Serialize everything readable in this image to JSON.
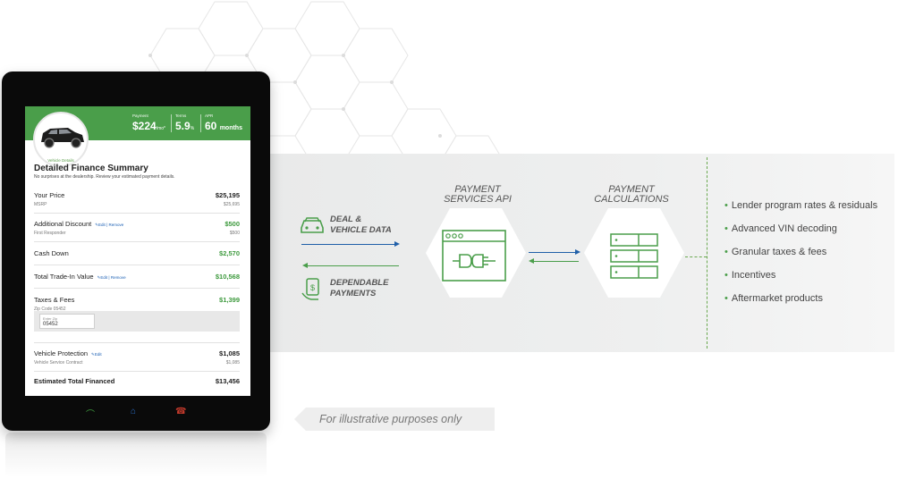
{
  "tablet": {
    "header": {
      "car_label": "Vehicle Details",
      "payment_label": "Payment",
      "payment_value": "$224",
      "payment_unit": "/mo*",
      "terms_label": "Terms",
      "terms_value": "5.9",
      "terms_unit": "%",
      "apr_label": "APR",
      "apr_value": "60",
      "apr_unit": "months"
    },
    "summary_title": "Detailed Finance Summary",
    "summary_sub": "No surprises at the dealership. Review your estimated payment details.",
    "rows": [
      {
        "name": "Your Price",
        "sub": "MSRP",
        "amount": "$25,195",
        "sub_amount": "$25,695"
      },
      {
        "name": "Additional Discount",
        "sub": "First Responder",
        "amount": "$500",
        "sub_amount": "$500",
        "edit": "Edit",
        "remove": "Remove"
      },
      {
        "name": "Cash Down",
        "amount": "$2,570"
      },
      {
        "name": "Total Trade-In Value",
        "amount": "$10,568",
        "edit": "Edit",
        "remove": "Remove"
      },
      {
        "name": "Taxes & Fees",
        "sub": "Zip Code 05452",
        "amount": "$1,399"
      },
      {
        "name": "Vehicle Protection",
        "sub": "Vehicle Service Contract",
        "amount": "$1,085",
        "sub_amount": "$1,085",
        "edit": "Edit"
      },
      {
        "name": "Estimated Total Financed",
        "amount": "$13,456"
      }
    ],
    "zip": {
      "label": "Enter Zip",
      "value": "05452"
    },
    "separator": "|"
  },
  "flow": {
    "deal_line1": "DEAL &",
    "deal_line2": "VEHICLE DATA",
    "pay_line1": "DEPENDABLE",
    "pay_line2": "PAYMENTS",
    "api_line1": "PAYMENT",
    "api_line2": "SERVICES API",
    "calc_line1": "PAYMENT",
    "calc_line2": "CALCULATIONS"
  },
  "features": [
    "Lender program rates & residuals",
    "Advanced VIN decoding",
    "Granular taxes & fees",
    "Incentives",
    "Aftermarket products"
  ],
  "disclaimer": "For illustrative purposes only",
  "colors": {
    "green": "#4a9e4a",
    "blue": "#1f5fa8",
    "band": "#ebecec"
  },
  "icons": {
    "car": "car-icon",
    "money": "money-hand-icon",
    "api": "plug-window-icon",
    "calc": "server-stack-icon",
    "phone_left": "phone-icon",
    "home": "home-icon",
    "phone_right": "end-call-icon"
  }
}
